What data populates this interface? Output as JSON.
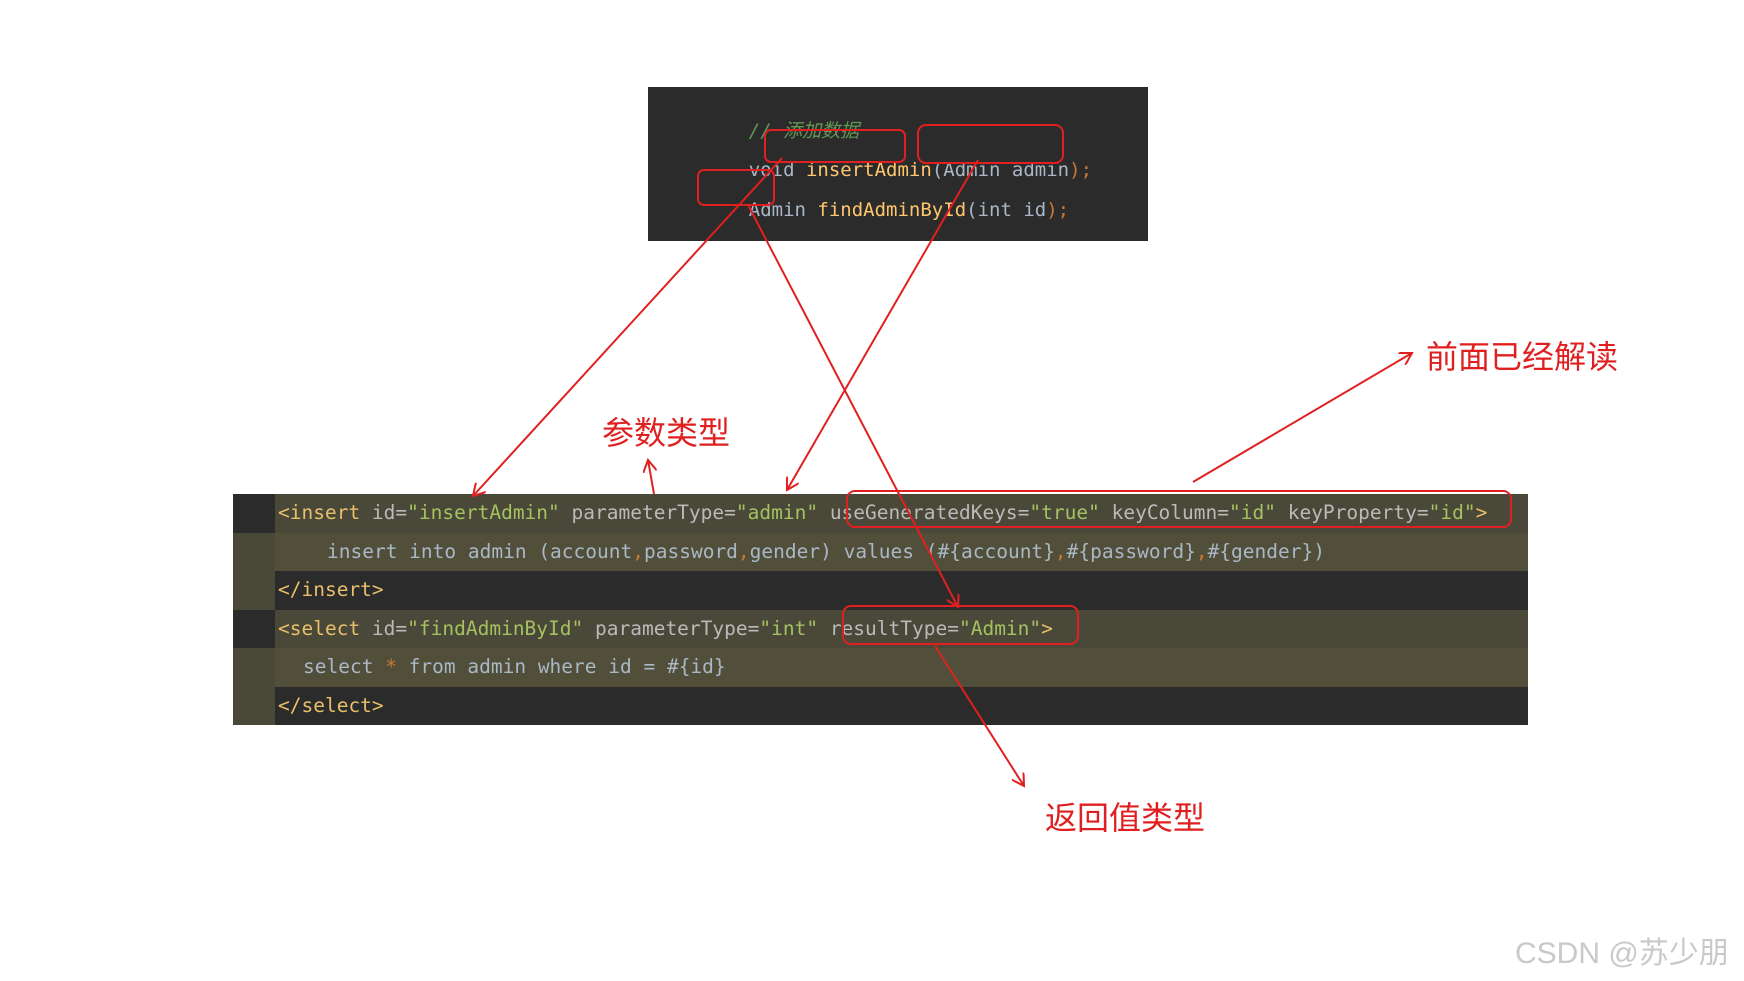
{
  "top_code": {
    "comment": "// 添加数据",
    "line1": {
      "kw": "void",
      "fn": "insertAdmin",
      "open": "(",
      "param": "Admin admin",
      "close": ");"
    },
    "line2": {
      "type": "Admin",
      "fn": "findAdminById",
      "open": "(",
      "param": "int id",
      "close": ");"
    }
  },
  "bottom_code": {
    "r1": {
      "tag_open": "<insert",
      "id_attr": " id=",
      "id_val": "\"insertAdmin\"",
      "pt_attr": " parameterType=",
      "pt_val": "\"admin\"",
      "ugk_attr": " useGeneratedKeys=",
      "ugk_val": "\"true\"",
      "kc_attr": " keyColumn=",
      "kc_val": "\"id\"",
      "kp_attr": " keyProperty=",
      "kp_val": "\"id\"",
      "tag_close": ">"
    },
    "r2": {
      "a": "insert into admin (account",
      "c1": ",",
      "b": "password",
      "c2": ",",
      "d": "gender) values (#{account}",
      "c3": ",",
      "e": "#{password}",
      "c4": ",",
      "f": "#{gender})"
    },
    "r3": {
      "tag": "</insert>"
    },
    "r4": {
      "tag_open": "<select",
      "id_attr": " id=",
      "id_val": "\"findAdminById\"",
      "pt_attr": " parameterType=",
      "pt_val": "\"int\"",
      "rt_attr": " resultType=",
      "rt_val": "\"Admin\"",
      "tag_close": ">"
    },
    "r5": {
      "a": "select ",
      "star": "*",
      "b": " from admin where id = #{id}"
    },
    "r6": {
      "tag": "</select>"
    }
  },
  "labels": {
    "param_type": "参数类型",
    "already_read": "前面已经解读",
    "return_type": "返回值类型"
  },
  "watermark": "CSDN @苏少朋",
  "colors": {
    "annotation": "#e02020",
    "code_bg": "#2b2b2b",
    "highlight_bg": "#4a4838"
  }
}
